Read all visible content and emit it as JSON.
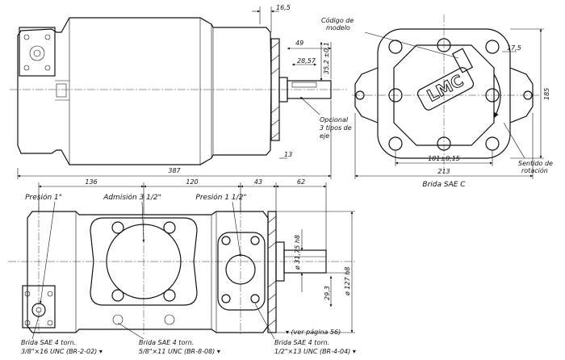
{
  "top_view": {
    "dim_overall_length": "387",
    "dim_top_flange": "16,5",
    "dim_key_length": "49",
    "dim_key_offset": "28,57",
    "dim_shaft_height": "35,2 ±0,1",
    "dim_flange_offset": "13",
    "note_optional_shafts": [
      "Opcional",
      "3 tipos de",
      "eje"
    ]
  },
  "end_view": {
    "label_model_code": [
      "Código de",
      "modelo"
    ],
    "logo_text": "LMC",
    "dim_bolt_circle": "181±0,15",
    "dim_width": "213",
    "dim_height": "185",
    "dim_edge": "17,5",
    "label_flange": "Brida SAE C",
    "label_rotation": [
      "Sentido de",
      "rotación"
    ]
  },
  "front_view": {
    "dim_136": "136",
    "dim_120": "120",
    "dim_43": "43",
    "dim_62": "62",
    "label_pressure_1": "Presión 1\"",
    "label_admission": "Admisión 3 1/2\"",
    "label_pressure_2": "Presión 1 1/2\"",
    "dim_shaft_dia": "ø 31,75 h8",
    "dim_pilot_dia": "ø 127 h8",
    "dim_key_height": "29,3",
    "flange_left": [
      "Brida SAE 4 torn.",
      "3/8\"×16  UNC (BR-2-02) ▾"
    ],
    "flange_mid": [
      "Brida SAE 4 torn.",
      "5/8\"×11 UNC (BR-8-08) ▾"
    ],
    "flange_right": [
      "Brida SAE 4 torn.",
      "1/2\"×13 UNC (BR-4-04) ▾"
    ],
    "note_see_page": "▾ (ver página 56)"
  }
}
